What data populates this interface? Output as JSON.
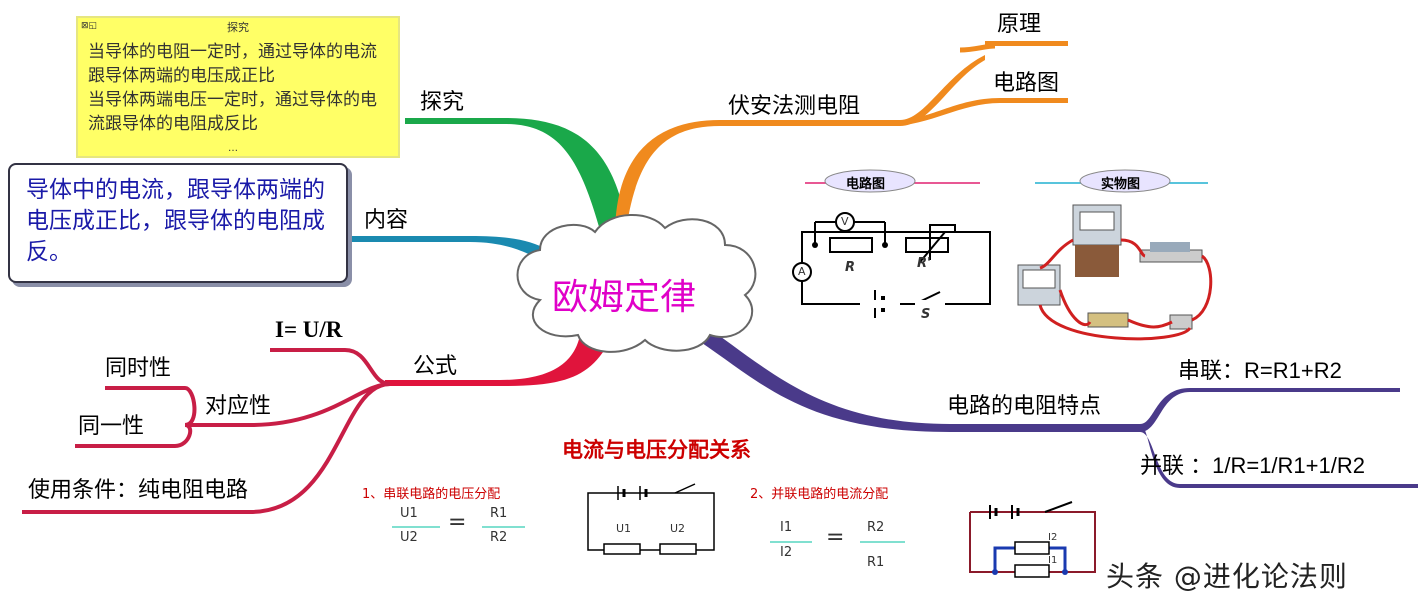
{
  "center": {
    "title": "欧姆定律"
  },
  "branches": {
    "explore": {
      "label": "探究"
    },
    "content": {
      "label": "内容"
    },
    "formula": {
      "label": "公式",
      "equation": "I= U/R",
      "correspondence": "对应性",
      "simultaneity": "同时性",
      "identity": "同一性",
      "condition": "使用条件：纯电阻电路"
    },
    "voltammetry": {
      "label": "伏安法测电阻",
      "principle": "原理",
      "diagram": "电路图"
    },
    "resistance": {
      "label": "电路的电阻特点",
      "series": "串联：R=R1+R2",
      "parallel": "并联 ：1/R=1/R1+1/R2"
    }
  },
  "note": {
    "title": "探究",
    "line1": "当导体的电阻一定时，通过导体的电流跟导体两端的电压成正比",
    "line2": "当导体两端电压一定时，通过导体的电流跟导体的电阻成反比",
    "dots": "…"
  },
  "content_box": {
    "text": "导体中的电流，跟导体两端的电压成正比，跟导体的电阻成反。"
  },
  "circuit": {
    "circuit_pill": "电路图",
    "physical_pill": "实物图",
    "ammeter": "A",
    "voltmeter": "V",
    "r_label": "R",
    "rprime_label": "R'",
    "s_label": "S"
  },
  "distribution": {
    "title": "电流与电压分配关系",
    "series_caption": "1、串联电路的电压分配",
    "parallel_caption": "2、并联电路的电流分配",
    "u1": "U1",
    "u2": "U2",
    "r1": "R1",
    "r2": "R2",
    "i1": "I1",
    "i2": "I2",
    "eq": "="
  },
  "watermark": "头条 @进化论法则",
  "colors": {
    "green": "#1aa84a",
    "teal": "#1a8ab0",
    "red": "#e0143c",
    "orange": "#f08a1e",
    "purple": "#4a3a8a",
    "crimson": "#c81e46"
  }
}
